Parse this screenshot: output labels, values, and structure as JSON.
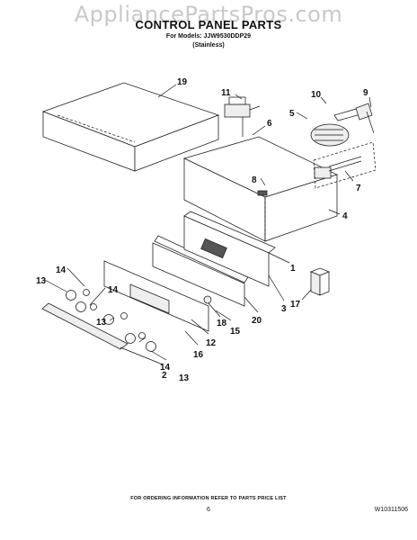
{
  "header": {
    "watermark": "AppliancePartsPros.com",
    "title": "CONTROL PANEL PARTS",
    "models": "For Models: JJW9530DDP29",
    "finish": "(Stainless)"
  },
  "callouts": {
    "c1": "1",
    "c2": "2",
    "c3": "3",
    "c4": "4",
    "c5": "5",
    "c6": "6",
    "c7": "7",
    "c8": "8",
    "c9": "9",
    "c10": "10",
    "c11": "11",
    "c12": "12",
    "c13a": "13",
    "c13b": "13",
    "c13c": "13",
    "c14a": "14",
    "c14b": "14",
    "c14c": "14",
    "c15": "15",
    "c16": "16",
    "c17": "17",
    "c18": "18",
    "c19": "19",
    "c20": "20"
  },
  "footer": {
    "ordering_note": "FOR ORDERING INFORMATION REFER TO PARTS PRICE LIST",
    "page_number": "6",
    "document_id": "W10311506"
  }
}
